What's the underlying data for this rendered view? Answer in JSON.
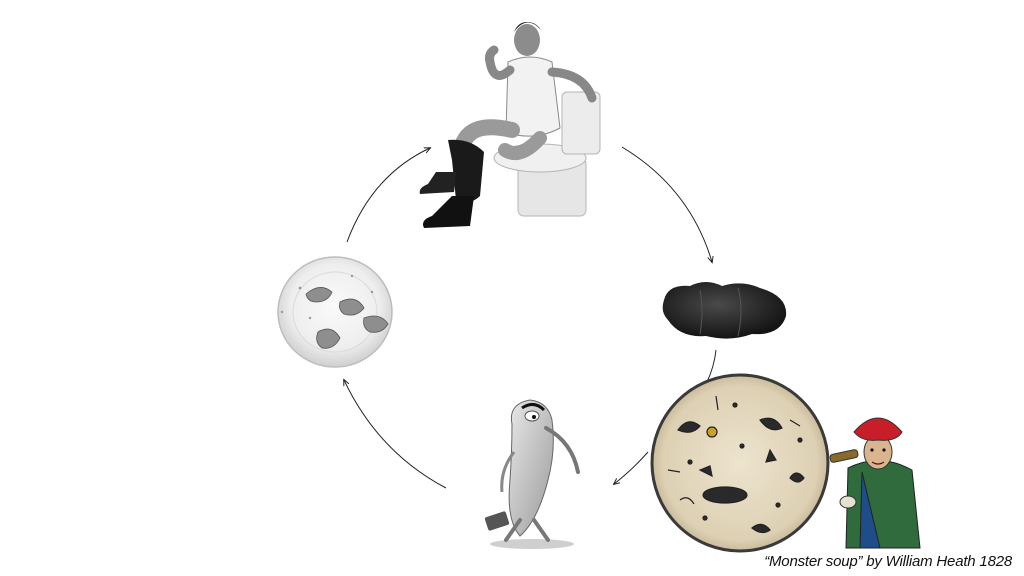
{
  "caption": "“Monster soup” by William Heath 1828",
  "cycle": {
    "nodes": [
      {
        "name": "man-on-toilet"
      },
      {
        "name": "feces"
      },
      {
        "name": "monster-soup-engraving"
      },
      {
        "name": "sad-shrimp-cartoon"
      },
      {
        "name": "shrimp-plate"
      }
    ]
  },
  "colors": {
    "background": "#ffffff",
    "arrow": "#222222",
    "caption": "#111111"
  }
}
